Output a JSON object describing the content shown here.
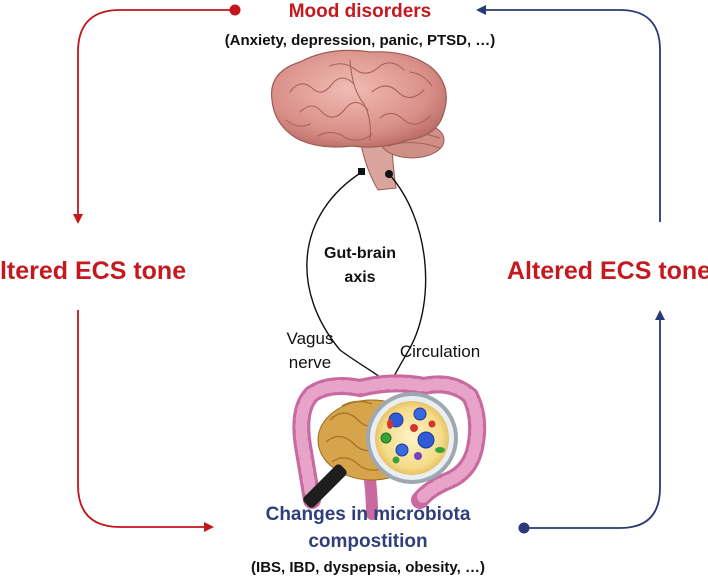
{
  "colors": {
    "red": "#c0161c",
    "title_red": "#c41a1f",
    "blue": "#273a78",
    "title_blue": "#2e3f7a",
    "ink": "#111111"
  },
  "top": {
    "title": "Mood disorders",
    "subtitle": "(Anxiety, depression, panic, PTSD, …)"
  },
  "left_label": "Altered ECS tone",
  "right_label": "Altered ECS tone",
  "axis": {
    "line1": "Gut-brain",
    "line2": "axis",
    "vagus_line1": "Vagus",
    "vagus_line2": "nerve",
    "circulation": "Circulation"
  },
  "bottom": {
    "title_line1": "Changes in microbiota",
    "title_line2": "compostition",
    "subtitle": "(IBS, IBD, dyspepsia, obesity, …)"
  },
  "icons": {
    "brain": "brain-illustration",
    "gut": "intestine-illustration",
    "magnifier": "magnifying-glass-microbes"
  }
}
